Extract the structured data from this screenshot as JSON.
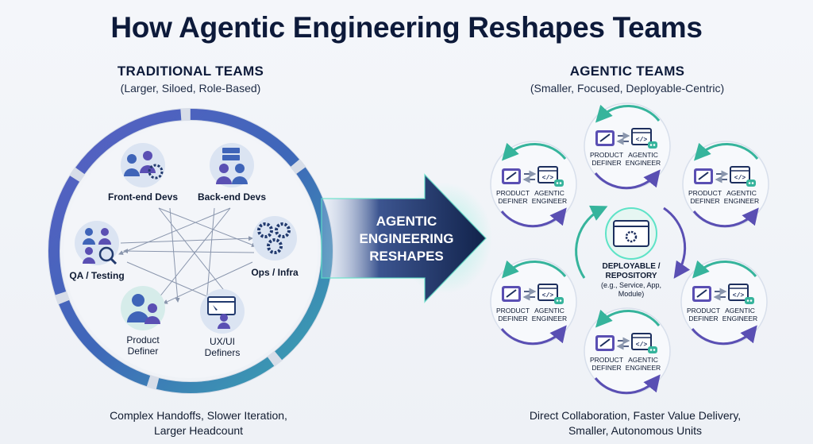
{
  "title": "How Agentic Engineering Reshapes Teams",
  "traditional": {
    "heading": "TRADITIONAL TEAMS",
    "subheading": "(Larger, Siloed, Role-Based)",
    "roles": {
      "frontend": "Front-end Devs",
      "backend": "Back-end Devs",
      "qa": "QA / Testing",
      "ops": "Ops / Infra",
      "product_line1": "Product",
      "product_line2": "Definer",
      "ux_line1": "UX/UI",
      "ux_line2": "Definers"
    },
    "footer_line1": "Complex Handoffs, Slower Iteration,",
    "footer_line2": "Larger Headcount"
  },
  "arrow": {
    "line1": "AGENTIC",
    "line2": "ENGINEERING",
    "line3": "RESHAPES"
  },
  "agentic": {
    "heading": "AGENTIC TEAMS",
    "subheading": "(Smaller, Focused, Deployable-Centric)",
    "pod": {
      "product_line1": "PRODUCT",
      "product_line2": "DEFINER",
      "agent_line1": "AGENTIC",
      "agent_line2": "ENGINEER"
    },
    "center": {
      "line1": "DEPLOYABLE /",
      "line2": "REPOSITORY",
      "line3": "(e.g., Service, App,",
      "line4": "Module)"
    },
    "footer_line1": "Direct Collaboration, Faster Value Delivery,",
    "footer_line2": "Smaller, Autonomous Units"
  },
  "colors": {
    "navy": "#0d1a3a",
    "ring_blue": "#3f64b8",
    "ring_purple": "#6b56b6",
    "ring_teal": "#3db6a8",
    "arrow_dark": "#162a55",
    "pod_green": "#36b49c",
    "pod_purple": "#5a4fb3"
  }
}
